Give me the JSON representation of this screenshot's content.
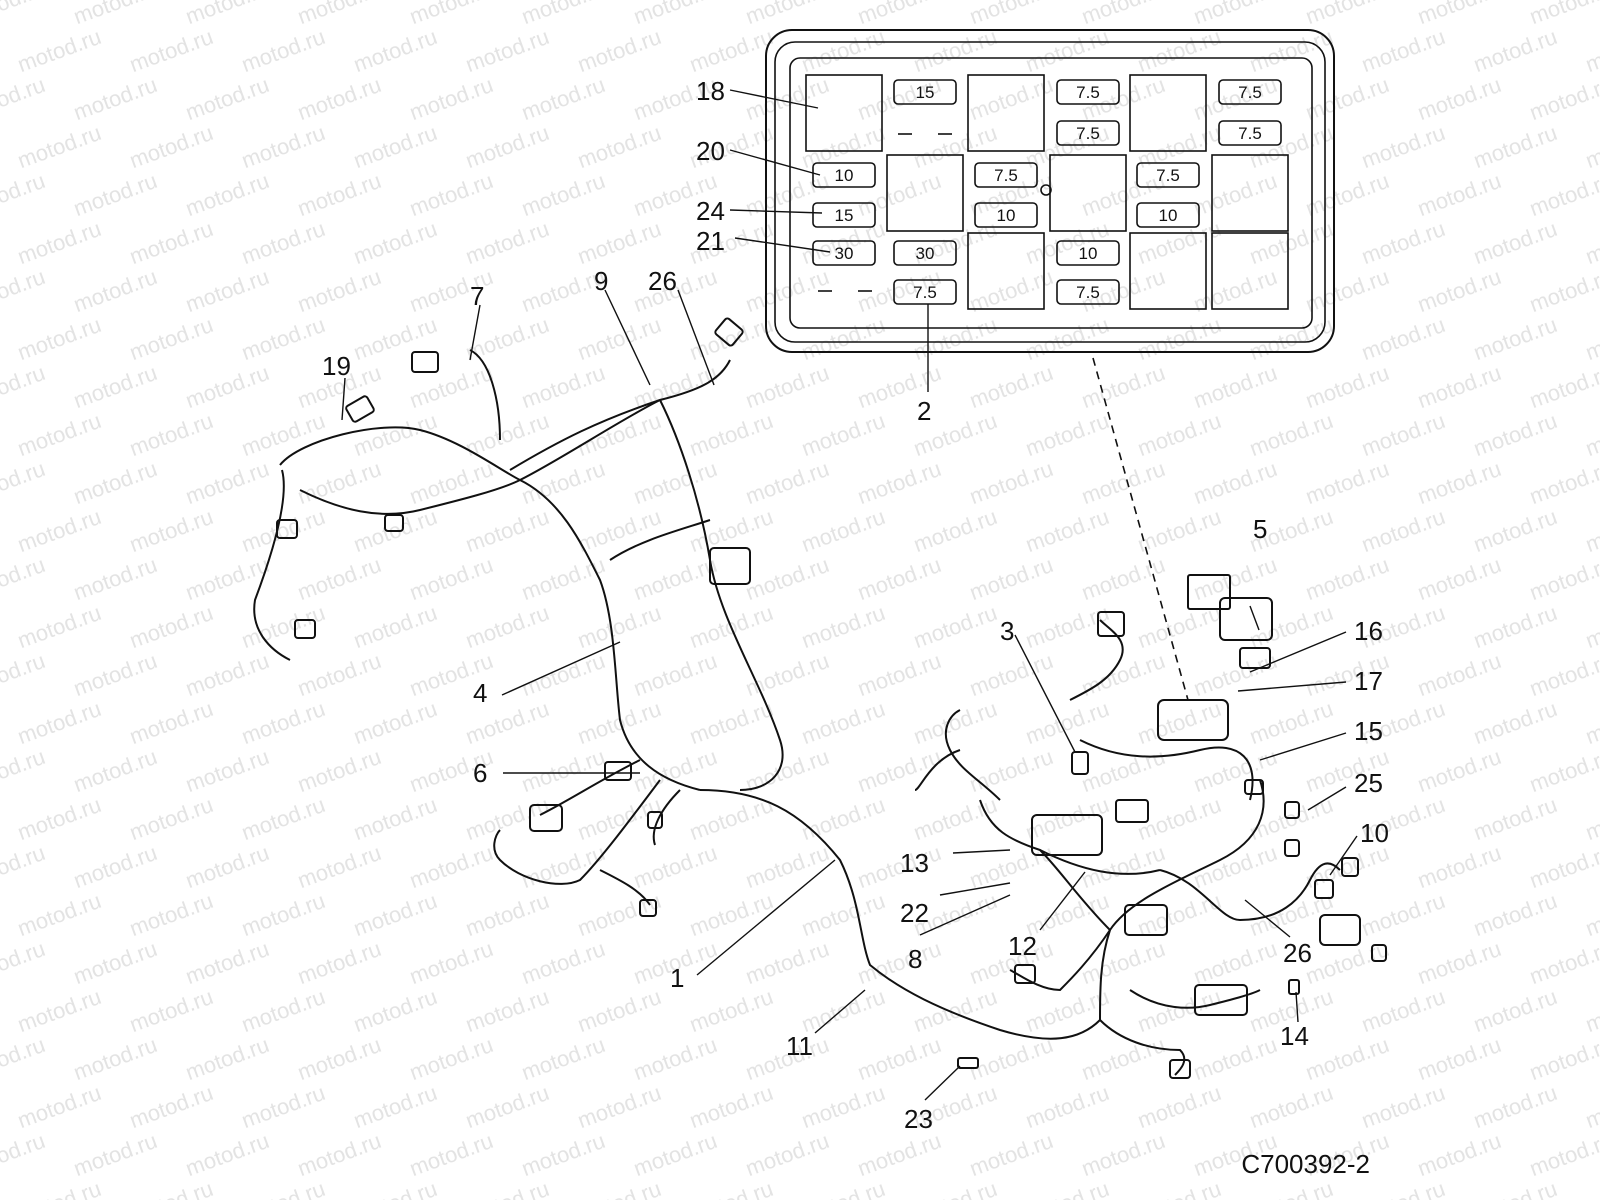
{
  "figure_code": "C700392-2",
  "watermark_text": "motod.ru",
  "callouts": {
    "c1": "1",
    "c2": "2",
    "c3": "3",
    "c4": "4",
    "c5": "5",
    "c6": "6",
    "c7": "7",
    "c8": "8",
    "c9": "9",
    "c10": "10",
    "c11": "11",
    "c12": "12",
    "c13": "13",
    "c14": "14",
    "c15": "15",
    "c16": "16",
    "c17": "17",
    "c18": "18",
    "c19": "19",
    "c20": "20",
    "c21": "21",
    "c22": "22",
    "c23": "23",
    "c24": "24",
    "c25": "25",
    "c26a": "26",
    "c26b": "26"
  },
  "fuses": {
    "f1": "15",
    "f2": "7.5",
    "f3": "7.5",
    "f4": "7.5",
    "f5": "7.5",
    "f6": "10",
    "f7": "15",
    "f8": "30",
    "f9": "7.5",
    "f10": "10",
    "f11": "7.5",
    "f12": "10",
    "f13": "30",
    "f14": "7.5",
    "f15": "10",
    "f16": "7.5"
  }
}
